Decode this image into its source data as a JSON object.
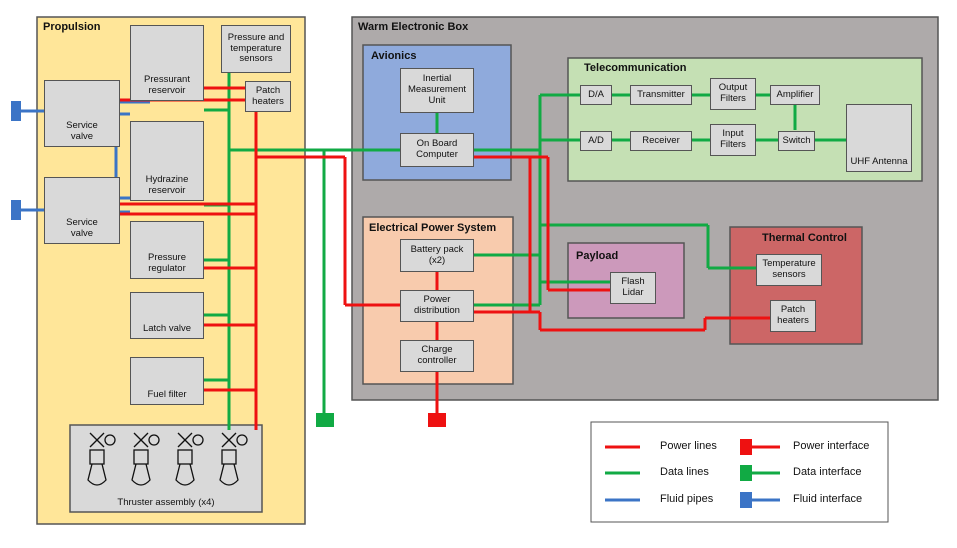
{
  "colors": {
    "power": "#ee1111",
    "data": "#11aa44",
    "fluid": "#3b74c6",
    "propulsion_bg": "#ffe699",
    "web_bg": "#aeaaaa",
    "avionics_bg": "#8faadc",
    "telecom_bg": "#c5e0b4",
    "eps_bg": "#f8cbad",
    "payload_bg": "#cc99bb",
    "thermal_bg": "#cc6666",
    "component_bg": "#d9d9d9"
  },
  "groups": {
    "propulsion": "Propulsion",
    "web": "Warm Electronic Box",
    "avionics": "Avionics",
    "telecom": "Telecommunication",
    "eps": "Electrical Power System",
    "payload": "Payload",
    "thermal": "Thermal Control"
  },
  "components": {
    "pressurant_reservoir": "Pressurant\nreservoir",
    "pt_sensors": "Pressure and\ntemperature\nsensors",
    "patch_heaters_prop": "Patch\nheaters",
    "service_valve_1": "Service\nvalve",
    "service_valve_2": "Service\nvalve",
    "hydrazine_reservoir": "Hydrazine\nreservoir",
    "pressure_regulator": "Pressure\nregulator",
    "latch_valve": "Latch valve",
    "fuel_filter": "Fuel filter",
    "thruster_assembly": "Thruster assembly (x4)",
    "imu": "Inertial\nMeasurement\nUnit",
    "obc": "On Board\nComputer",
    "da": "D/A",
    "ad": "A/D",
    "transmitter": "Transmitter",
    "receiver": "Receiver",
    "output_filters": "Output\nFilters",
    "input_filters": "Input\nFilters",
    "amplifier": "Amplifier",
    "switch": "Switch",
    "uhf_antenna": "UHF Antenna",
    "battery_pack": "Battery pack\n(x2)",
    "power_distribution": "Power\ndistribution",
    "charge_controller": "Charge\ncontroller",
    "flash_lidar": "Flash\nLidar",
    "temp_sensors": "Temperature\nsensors",
    "patch_heaters_thermal": "Patch\nheaters"
  },
  "legend": {
    "power_lines": "Power lines",
    "data_lines": "Data lines",
    "fluid_pipes": "Fluid pipes",
    "power_interface": "Power interface",
    "data_interface": "Data interface",
    "fluid_interface": "Fluid interface"
  }
}
